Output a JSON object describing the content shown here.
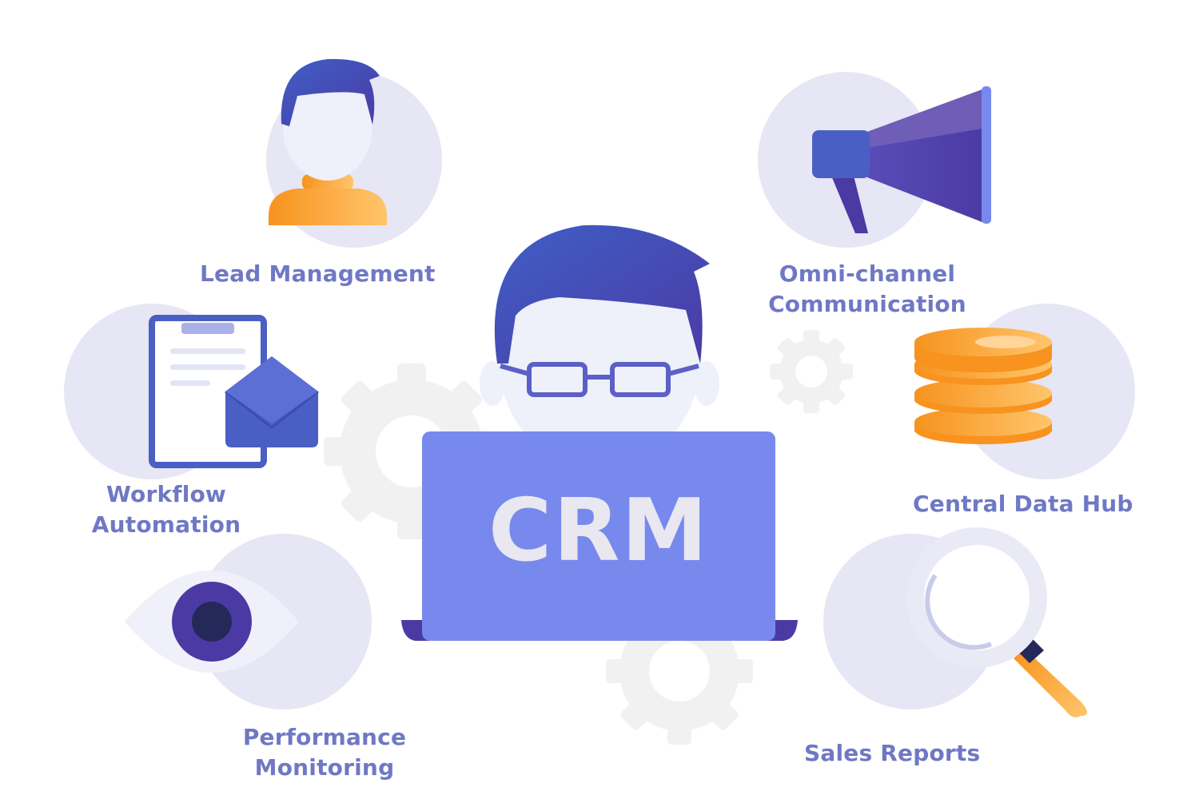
{
  "center": {
    "screen_text": "CRM",
    "icon": "person-with-glasses-at-laptop"
  },
  "features": {
    "lead_management": {
      "label": "Lead Management",
      "icon": "person-avatar-icon"
    },
    "workflow_automation": {
      "line1": "Workflow",
      "line2": "Automation",
      "icon": "clipboard-envelope-icon"
    },
    "performance_monitoring": {
      "line1": "Performance",
      "line2": "Monitoring",
      "icon": "eye-icon"
    },
    "omnichannel": {
      "line1": "Omni-channel",
      "line2": "Communication",
      "icon": "megaphone-icon"
    },
    "central_data_hub": {
      "label": "Central Data Hub",
      "icon": "database-stack-icon"
    },
    "sales_reports": {
      "label": "Sales Reports",
      "icon": "magnifier-icon"
    }
  },
  "colors": {
    "label": "#6f78c4",
    "circle_bg": "#e6e6f4",
    "laptop": "#7889ee",
    "hair": "#4b3aa4",
    "accent_orange": "#f79a1f",
    "gear": "#f1f1f1"
  }
}
